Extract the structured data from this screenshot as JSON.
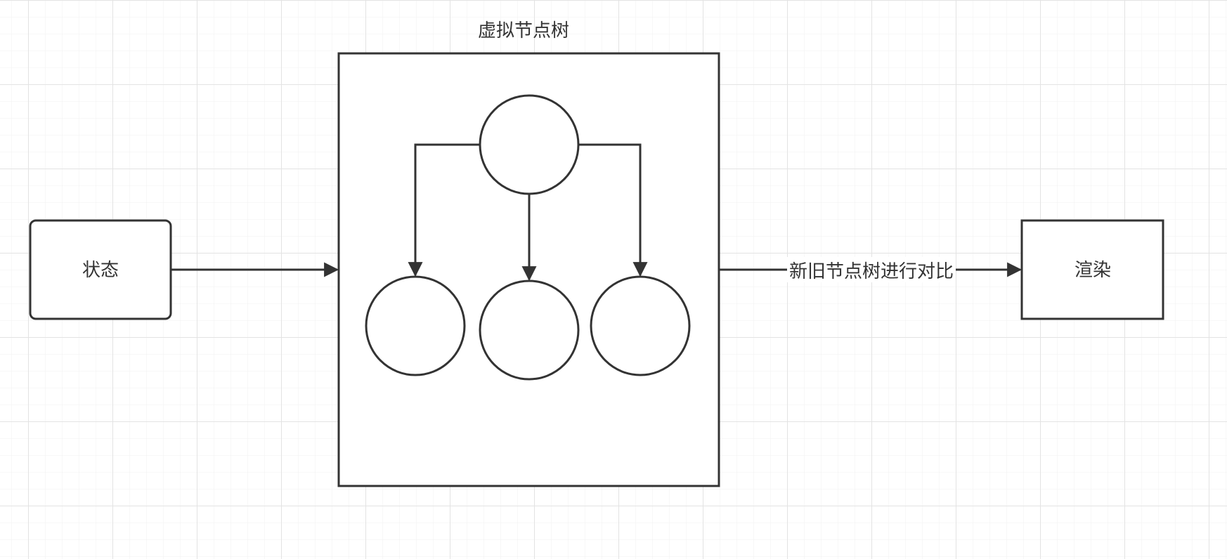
{
  "diagram": {
    "labels": {
      "state": "状态",
      "virtual_tree": "虚拟节点树",
      "compare": "新旧节点树进行对比",
      "render": "渲染"
    },
    "colors": {
      "stroke": "#333333",
      "grid_minor": "#f1f1f1",
      "grid_major": "#e3e3e3",
      "background": "#ffffff"
    }
  }
}
